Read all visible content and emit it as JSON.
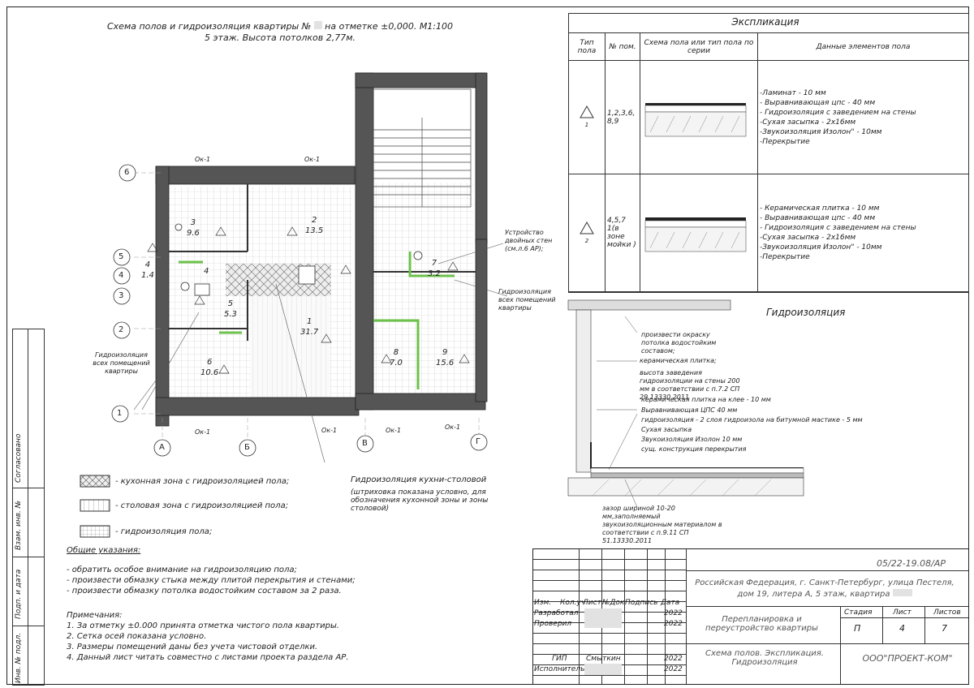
{
  "sheet": {
    "title_line1": "Схема полов и гидроизоляция квартиры №",
    "title_line1b": "на отметке ±0,000. М1:100",
    "title_line2": "5 этаж. Высота потолков 2,77м."
  },
  "plan": {
    "window_labels": [
      "Ок-1",
      "Ок-1",
      "Ок-1",
      "Ок-1",
      "Ок-1",
      "Ок-1"
    ],
    "axes_h": [
      "6",
      "5",
      "4",
      "3",
      "2",
      "1"
    ],
    "axes_v": [
      "А",
      "Б",
      "В",
      "Г"
    ],
    "rooms": [
      {
        "num": "3",
        "area": "9.6"
      },
      {
        "num": "2",
        "area": "13.5"
      },
      {
        "num": "4",
        "area": "1.4"
      },
      {
        "num": "4",
        "area": ""
      },
      {
        "num": "5",
        "area": "5.3"
      },
      {
        "num": "1",
        "area": "31.7"
      },
      {
        "num": "6",
        "area": "10.6"
      },
      {
        "num": "7",
        "area": "3.2"
      },
      {
        "num": "8",
        "area": "7.0"
      },
      {
        "num": "9",
        "area": "15.6"
      }
    ],
    "annot_walls": "Устройство двойных стен (см.л.6 АР);",
    "annot_hydro_right": "Гидроизоляция всех помещений квартиры",
    "annot_hydro_left": "Гидроизоляция всех помещений квартиры",
    "annot_kitchen": "Гидроизоляция кухни-столовой",
    "annot_kitchen_sub": "(штриховка показана условно, для обозначения кухонной зоны и зоны столовой)"
  },
  "legend": [
    {
      "label": "- кухонная зона с гидроизоляцией пола;"
    },
    {
      "label": "- столовая зона с гидроизоляцией пола;"
    },
    {
      "label": "-  гидроизоляция пола;"
    }
  ],
  "general": {
    "heading": "Общие указания:",
    "items": [
      "- обратить особое внимание на гидроизоляцию пола;",
      "- произвести обмазку стыка между плитой перекрытия и стенами;",
      "- произвести обмазку потолка водостойким составом за 2 раза."
    ]
  },
  "notes": {
    "heading": "Примечания:",
    "items": [
      "1.   За отметку ±0.000 принята отметка чистого пола квартиры.",
      "2.   Сетка осей показана условно.",
      "3.   Размеры помещений даны без учета чистовой отделки.",
      "4.   Данный лист читать совместно с листами проекта раздела АР."
    ]
  },
  "explication": {
    "title": "Экспликация",
    "headers": [
      "Тип пола",
      "№ пом.",
      "Схема пола или тип пола по серии",
      "Данные элементов пола"
    ],
    "rows": [
      {
        "type": "1",
        "rooms": "1,2,3,6, 8,9",
        "layers": [
          "-Ламинат - 10 мм",
          "- Выравнивающая цпс - 40 мм",
          "- Гидроизоляция с заведением на стены",
          "-Сухая засыпка - 2х16мм",
          "-Звукоизоляция Изолон\" - 10мм",
          "-Перекрытие"
        ]
      },
      {
        "type": "2",
        "rooms": "4,5,7 1(в зоне мойки )",
        "layers": [
          "- Керамическая плитка - 10 мм",
          "- Выравнивающая цпс - 40 мм",
          "- Гидроизоляция с заведением на стены",
          "-Сухая засыпка - 2х16мм",
          "-Звукоизоляция Изолон\" - 10мм",
          "-Перекрытие"
        ]
      }
    ]
  },
  "detail": {
    "title": "Гидроизоляция",
    "labels": [
      "произвести окраску потолка водостойким составом;",
      "керамическая плитка;",
      "высота заведения гидроизоляции на стены 200 мм в соответствии с п.7.2 СП 29.13330.2011",
      "керамическая плитка на клее - 10 мм",
      "Выравнивающая ЦПС 40 мм",
      "гидроизоляция - 2 слоя гидроизола на битумной мастике - 5 мм",
      "Сухая засыпка",
      "Звукоизоляция Изолон 10 мм",
      "сущ. конструкция перекрытия",
      "зазор шириной 10-20 мм,заполняемый звукоизоляционным материалом в соответствии с п.9.11 СП 51.13330.2011"
    ]
  },
  "side": {
    "labels": [
      "Согласовано",
      "Взам. инв. №",
      "Подп. и дата",
      "Инв. № подл."
    ]
  },
  "stamp": {
    "code": "05/22-19.08/АР",
    "address": "Российская Федерация, г. Санкт-Петербург, улица Пестеля, дом 19, литера А, 5 этаж, квартира",
    "cols": [
      "Изм.",
      "Кол.уч",
      "Лист",
      "№Док",
      "Подпись",
      "Дата"
    ],
    "people": [
      {
        "role": "Разработал",
        "name": "",
        "date": "2022"
      },
      {
        "role": "Проверил",
        "name": "",
        "date": "2022"
      },
      {
        "role": "ГИП",
        "name": "Смыткин",
        "date": "2022"
      },
      {
        "role": "Исполнитель",
        "name": "",
        "date": "2022"
      }
    ],
    "project": "Перепланировка и переустройство квартиры",
    "stage_h": "Стадия",
    "sheet_h": "Лист",
    "sheets_h": "Листов",
    "stage": "П",
    "sheet": "4",
    "sheets": "7",
    "drawing": "Схема полов. Экспликация. Гидроизоляция",
    "company": "ООО\"ПРОЕКТ-КОМ\""
  }
}
